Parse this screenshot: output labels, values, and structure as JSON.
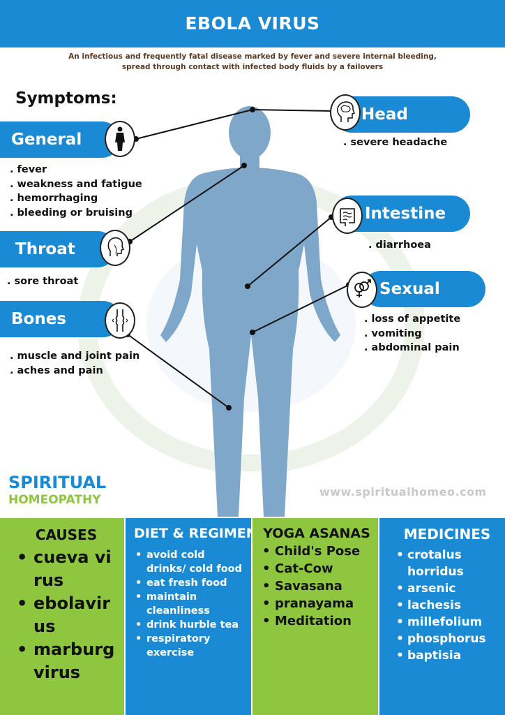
{
  "header": {
    "title": "EBOLA VIRUS"
  },
  "subtitle": "An infectious and frequently fatal disease marked by fever and severe internal bleeding, spread through contact with infected body fluids by a failovers",
  "symptoms": {
    "title": "Symptoms:",
    "general": {
      "label": "General",
      "icon": "human-body-icon",
      "items": [
        ". fever",
        ". weakness and fatigue",
        ". hemorrhaging",
        ". bleeding or bruising"
      ]
    },
    "throat": {
      "label": "Throat",
      "icon": "head-throat-icon",
      "items": [
        ". sore throat"
      ]
    },
    "bones": {
      "label": "Bones",
      "icon": "knee-joint-icon",
      "items": [
        ". muscle and joint pain",
        ". aches and pain"
      ]
    },
    "head": {
      "label": "Head",
      "icon": "brain-head-icon",
      "items": [
        ". severe headache"
      ]
    },
    "intestine": {
      "label": "Intestine",
      "icon": "intestine-icon",
      "items": [
        ". diarrhoea"
      ]
    },
    "sexual": {
      "label": "Sexual",
      "icon": "gender-symbols-icon",
      "items": [
        ". loss of appetite",
        ". vomiting",
        ". abdominal pain"
      ]
    }
  },
  "brand": {
    "line1": "SPIRITUAL",
    "line2": "HOMEOPATHY",
    "website": "www.spiritualhomeo.com"
  },
  "columns": {
    "causes": {
      "title": "CAUSES",
      "items": [
        "cueva virus",
        "ebolavirus",
        "marburg virus"
      ]
    },
    "diet": {
      "title": "DIET & REGIMEN",
      "items": [
        "avoid cold drinks/ cold food",
        "eat fresh food",
        "maintain cleanliness",
        "drink hurble tea",
        "respiratory exercise"
      ]
    },
    "yoga": {
      "title": "YOGA ASANAS",
      "items": [
        "Child's Pose",
        "Cat-Cow",
        "Savasana",
        "pranayama",
        "Meditation"
      ]
    },
    "medicines": {
      "title": "MEDICINES",
      "items": [
        "crotalus horridus",
        "arsenic",
        "lachesis",
        "millefolium",
        "phosphorus",
        "baptisia"
      ]
    }
  },
  "colors": {
    "blue": "#1a8ad4",
    "green": "#8ec63f",
    "body": "#7fa7c9"
  }
}
